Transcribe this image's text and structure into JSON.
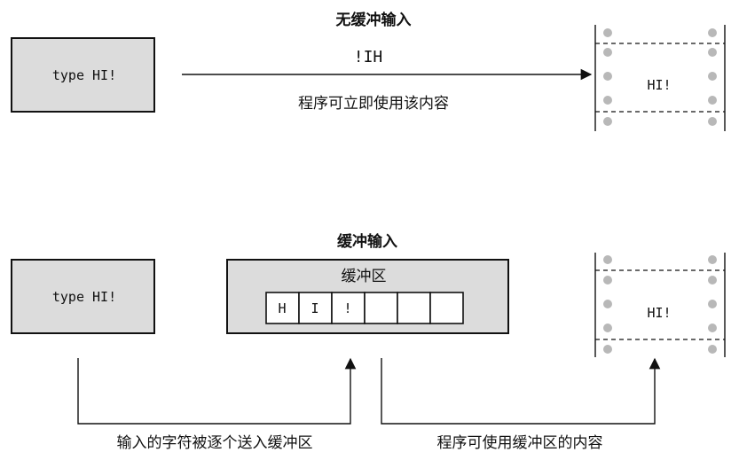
{
  "top": {
    "title": "无缓冲输入",
    "keyboard_text": "type HI!",
    "transit_chars": "!IH",
    "caption": "程序可立即使用该内容",
    "output_text": "HI!"
  },
  "bottom": {
    "title": "缓冲输入",
    "keyboard_text": "type HI!",
    "buffer_label": "缓冲区",
    "buffer_cells": [
      "H",
      "I",
      "!",
      "",
      "",
      ""
    ],
    "output_text": "HI!",
    "caption_left": "输入的字符被逐个送入缓冲区",
    "caption_right": "程序可使用缓冲区的内容"
  }
}
